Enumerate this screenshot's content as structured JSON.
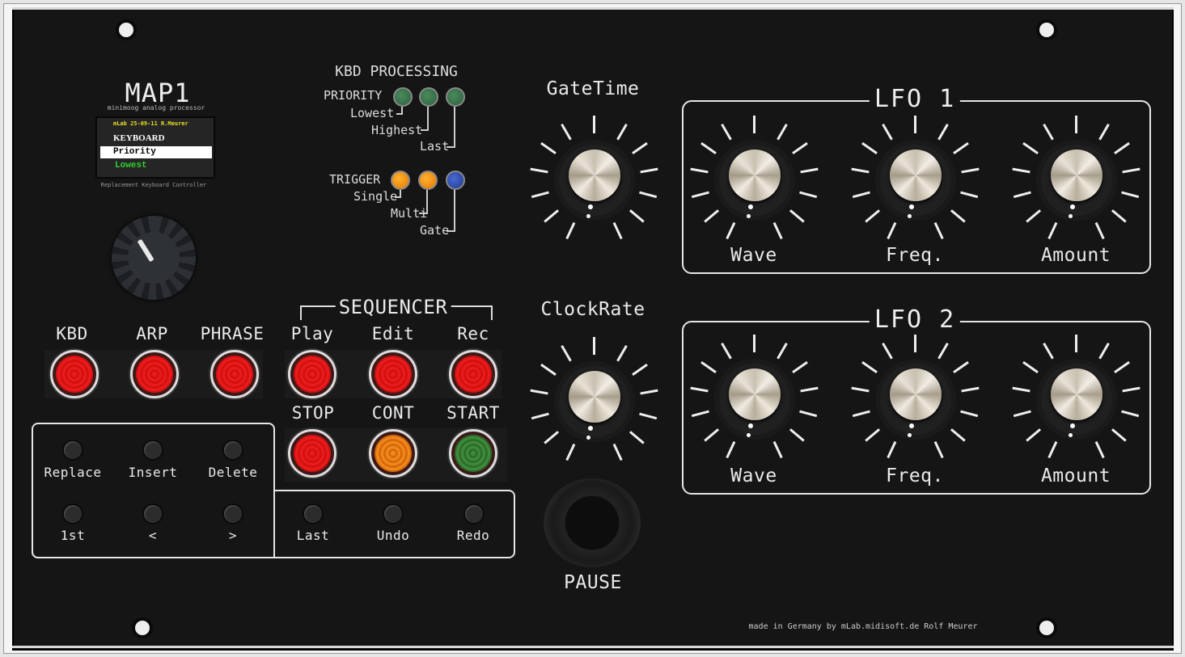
{
  "device": {
    "name": "MAP1",
    "subtitle": "minimoog analog processor",
    "footer": "Replacement Keyboard Controller",
    "credit": "made in Germany by mLab.midisoft.de Rolf Meurer"
  },
  "lcd": {
    "line1": "mLab 25-09-11 R.Meurer",
    "line2": "KEYBOARD",
    "line3": "Priority",
    "line4": "Lowest"
  },
  "kbd_processing": {
    "title": "KBD PROCESSING",
    "priority": {
      "label": "PRIORITY",
      "options": [
        "Lowest",
        "Highest",
        "Last"
      ],
      "led_colors": [
        "#2d6040",
        "#2d6040",
        "#2d6040"
      ]
    },
    "trigger": {
      "label": "TRIGGER",
      "options": [
        "Single",
        "Multi",
        "Gate"
      ],
      "led_colors": [
        "#e07a00",
        "#e07a00",
        "#1f3a90"
      ]
    }
  },
  "mode_buttons": [
    {
      "label": "KBD",
      "color": "red"
    },
    {
      "label": "ARP",
      "color": "red"
    },
    {
      "label": "PHRASE",
      "color": "red"
    }
  ],
  "sequencer": {
    "title": "SEQUENCER",
    "buttons": [
      {
        "label": "Play",
        "color": "red"
      },
      {
        "label": "Edit",
        "color": "red"
      },
      {
        "label": "Rec",
        "color": "red"
      }
    ],
    "transport": [
      {
        "label": "STOP",
        "color": "red"
      },
      {
        "label": "CONT",
        "color": "orange"
      },
      {
        "label": "START",
        "color": "green"
      }
    ]
  },
  "edit_buttons": {
    "row1": [
      "Replace",
      "Insert",
      "Delete"
    ],
    "row2": [
      "1st",
      "<",
      ">",
      "Last",
      "Undo",
      "Redo"
    ]
  },
  "knobs": {
    "gatetime": "GateTime",
    "clockrate": "ClockRate"
  },
  "lfo1": {
    "title": "LFO 1",
    "knobs": [
      "Wave",
      "Freq.",
      "Amount"
    ]
  },
  "lfo2": {
    "title": "LFO 2",
    "knobs": [
      "Wave",
      "Freq.",
      "Amount"
    ]
  },
  "pause": {
    "label": "PAUSE"
  }
}
